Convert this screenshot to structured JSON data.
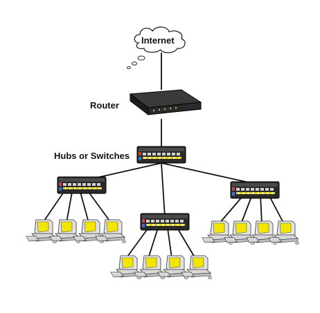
{
  "labels": {
    "internet": "Internet",
    "router": "Router",
    "hubs": "Hubs or Switches"
  },
  "colors": {
    "line": "#111111",
    "monitor_screen": "#f2e600",
    "monitor_body": "#e4e4e4",
    "device_dark": "#2a2a2a",
    "port_yellow": "#e0d200",
    "port_blue": "#3a6fd0"
  },
  "icons": {
    "cloud": "cloud-icon",
    "router": "router-icon",
    "switch": "switch-icon",
    "computer": "computer-icon"
  },
  "topology": {
    "core_switch": "hub-main",
    "branches": [
      {
        "switch": "hub-left",
        "computers": 4
      },
      {
        "switch": "hub-center",
        "computers": 4
      },
      {
        "switch": "hub-right",
        "computers": 4
      }
    ]
  }
}
